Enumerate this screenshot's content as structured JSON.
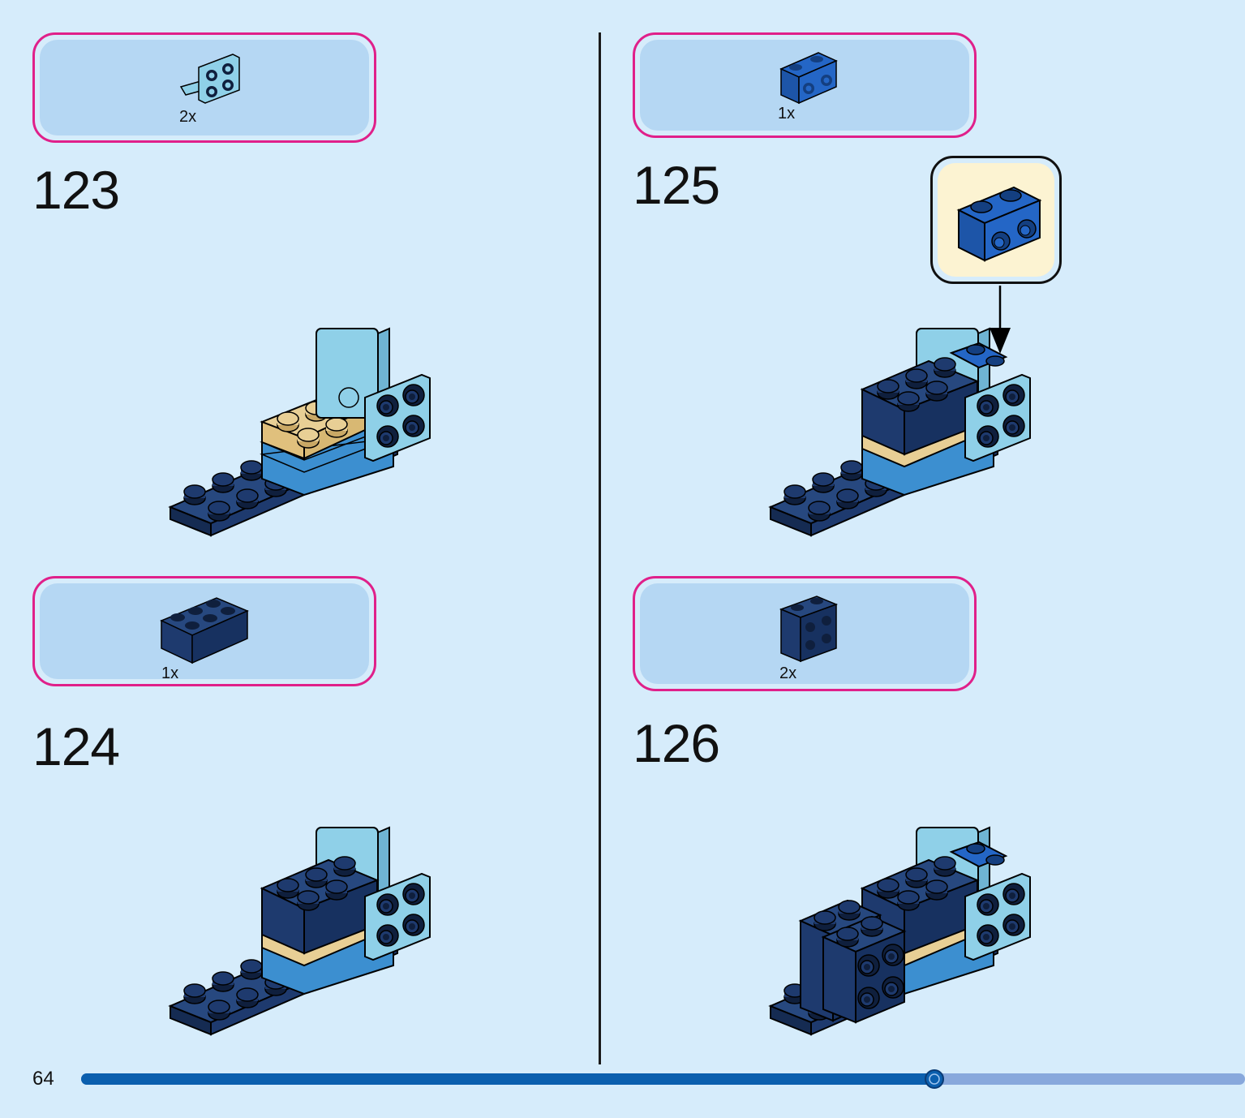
{
  "steps": [
    {
      "number": "123",
      "parts_qty": "2x",
      "part": "light-blue-bracket"
    },
    {
      "number": "124",
      "parts_qty": "1x",
      "part": "dark-blue-brick-2x3"
    },
    {
      "number": "125",
      "parts_qty": "1x",
      "part": "blue-brick-1x2-with-studs-on-side"
    },
    {
      "number": "126",
      "parts_qty": "2x",
      "part": "dark-blue-brick-2x2-with-studs-on-side"
    }
  ],
  "page_number": "64",
  "progress": 0.733,
  "colors": {
    "background": "#d6ecfb",
    "parts_box_border": "#e0208a",
    "parts_box_fill": "#b5d7f3",
    "callout_fill": "#fcf3d2",
    "dark_blue": "#1e3a6e",
    "blue": "#2466c6",
    "light_blue": "#8fd0e8",
    "tan": "#e8cf95",
    "medium_blue": "#3c8fd0",
    "progress_done": "#0b5fae",
    "progress_todo": "#88a8dc"
  }
}
